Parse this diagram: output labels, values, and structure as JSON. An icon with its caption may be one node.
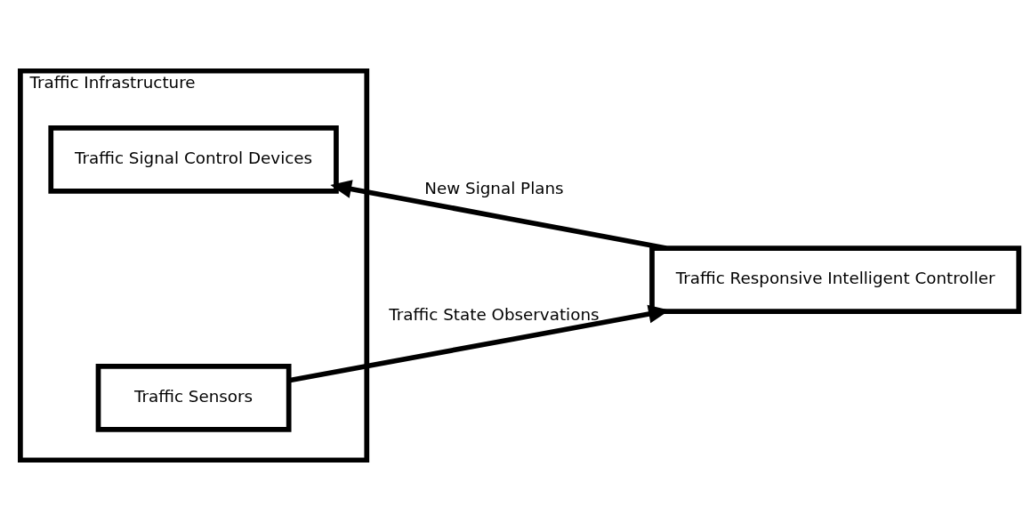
{
  "diagram": {
    "nodes": [
      {
        "text": [
          "Traffic Infrastructure"
        ]
      },
      {
        "text": [
          "Traffic Sensors"
        ],
        "in": 0
      },
      {
        "text": [
          "Traffic Signal Control Devices"
        ],
        "in": 0
      },
      {
        "text": [
          "Traffic Responsive Intelligent Controller"
        ]
      }
    ],
    "edges": [
      {
        "from": 1,
        "to": 3,
        "arrow": "to",
        "label": "Traffic State Observations"
      },
      {
        "from": 3,
        "to": 2,
        "arrow": "to",
        "label": "New Signal Plans"
      }
    ]
  }
}
